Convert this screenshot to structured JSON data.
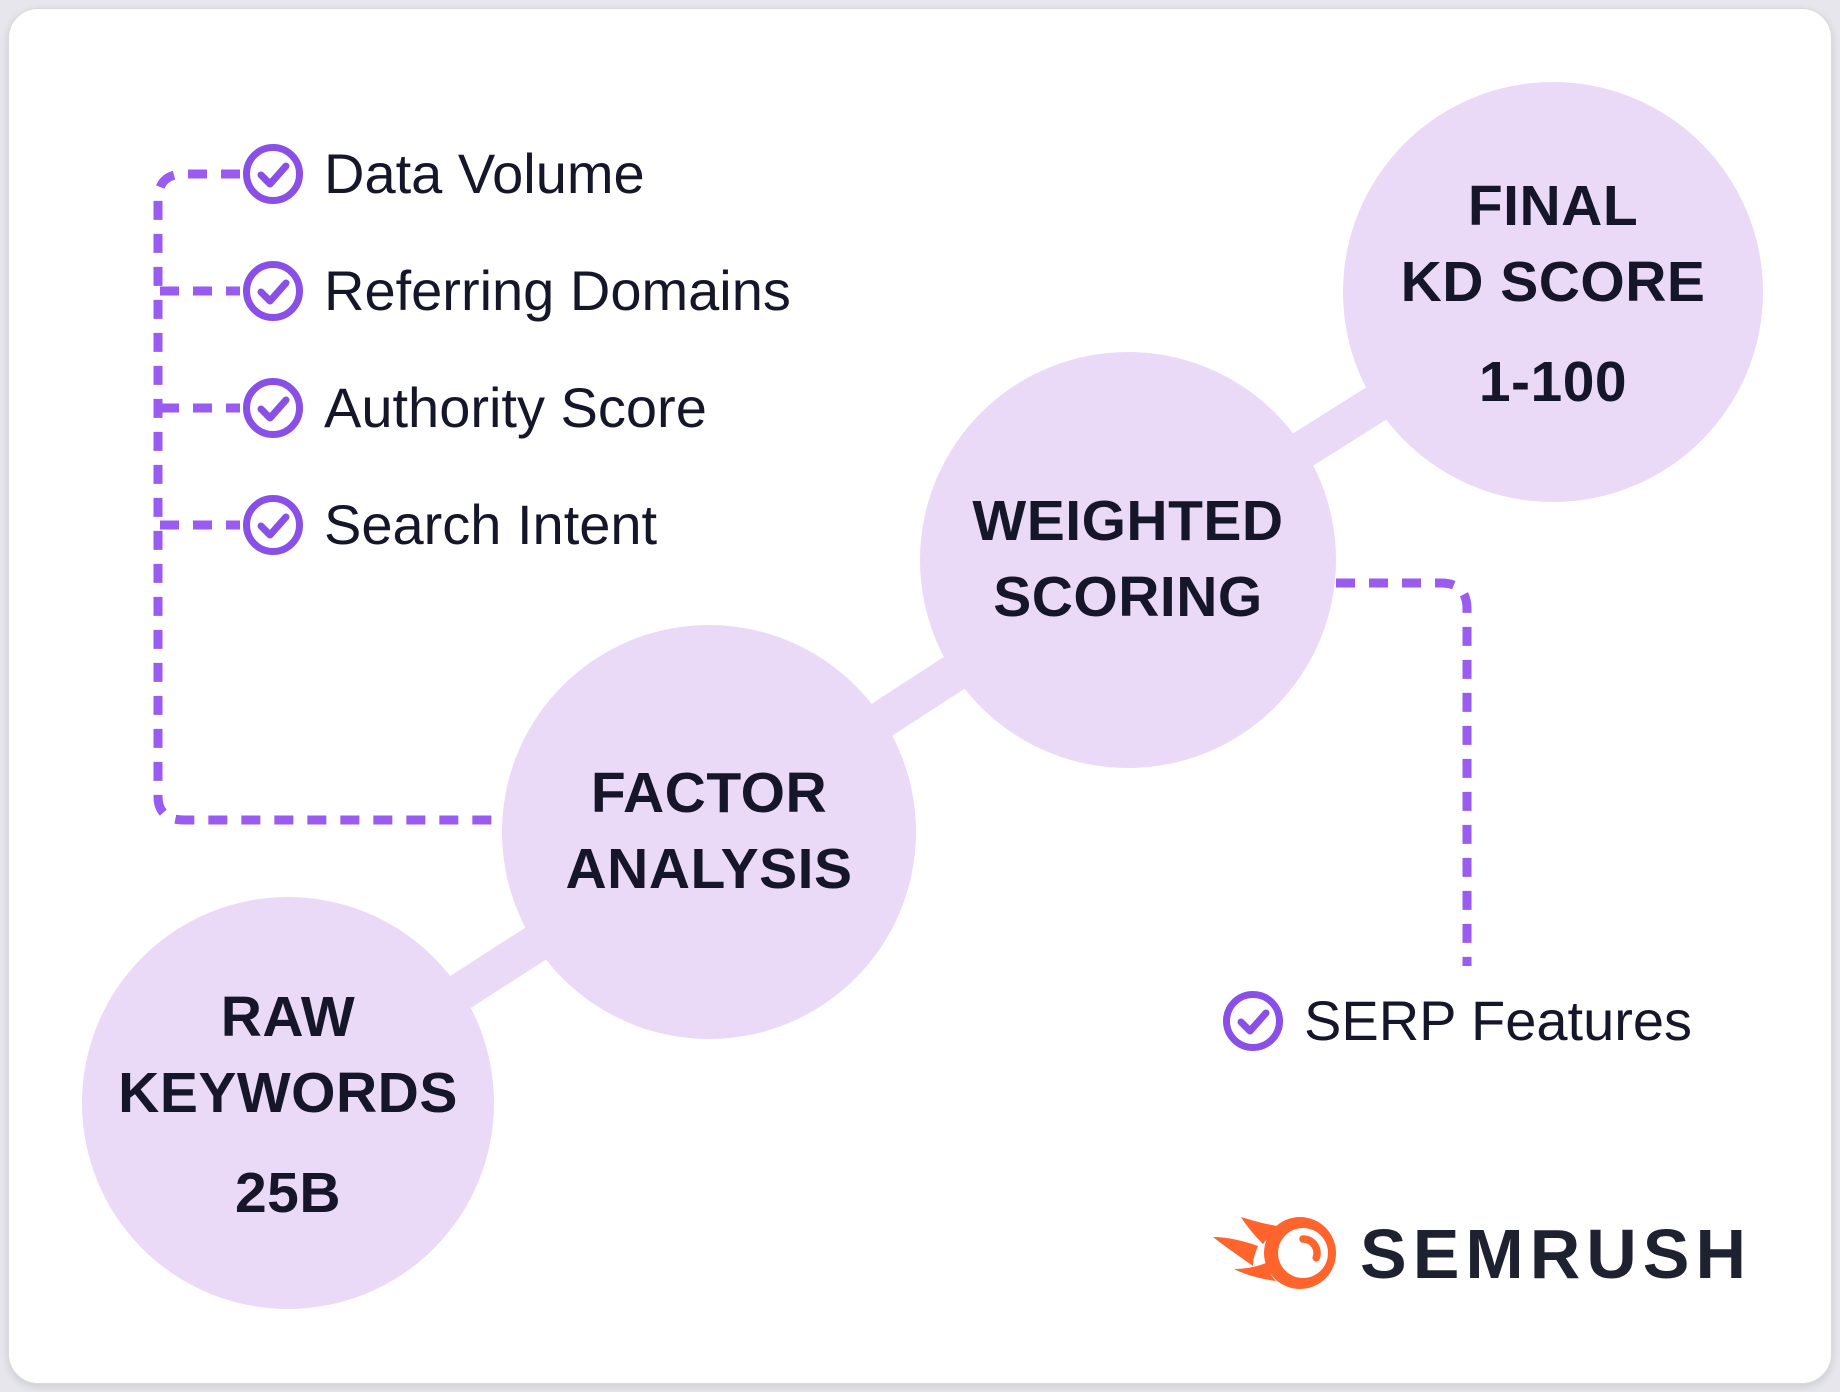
{
  "diagram": {
    "checklist": {
      "items": [
        {
          "label": "Data Volume"
        },
        {
          "label": "Referring Domains"
        },
        {
          "label": "Authority Score"
        },
        {
          "label": "Search Intent"
        }
      ]
    },
    "serp_item": {
      "label": "SERP Features"
    },
    "nodes": [
      {
        "id": "raw-keywords",
        "title": "RAW\nKEYWORDS",
        "value": "25B"
      },
      {
        "id": "factor-analysis",
        "title": "FACTOR\nANALYSIS",
        "value": ""
      },
      {
        "id": "weighted-scoring",
        "title": "WEIGHTED\nSCORING",
        "value": ""
      },
      {
        "id": "final-kd-score",
        "title": "FINAL\nKD SCORE",
        "value": "1-100"
      }
    ]
  },
  "branding": {
    "name": "SEMRUSH"
  },
  "icons": {
    "checklist_bullet": "check-circle-icon",
    "brand_logo": "semrush-flame-icon"
  },
  "colors": {
    "canvas_bg": "#e6e6ec",
    "card_bg": "#ffffff",
    "node_fill": "#EADAF8",
    "icon_purple": "#8A4FE6",
    "dash_purple": "#9A5BF0",
    "text_dark": "#15162A",
    "brand_navy": "#1E2130",
    "logo_orange": "#FF642D"
  }
}
